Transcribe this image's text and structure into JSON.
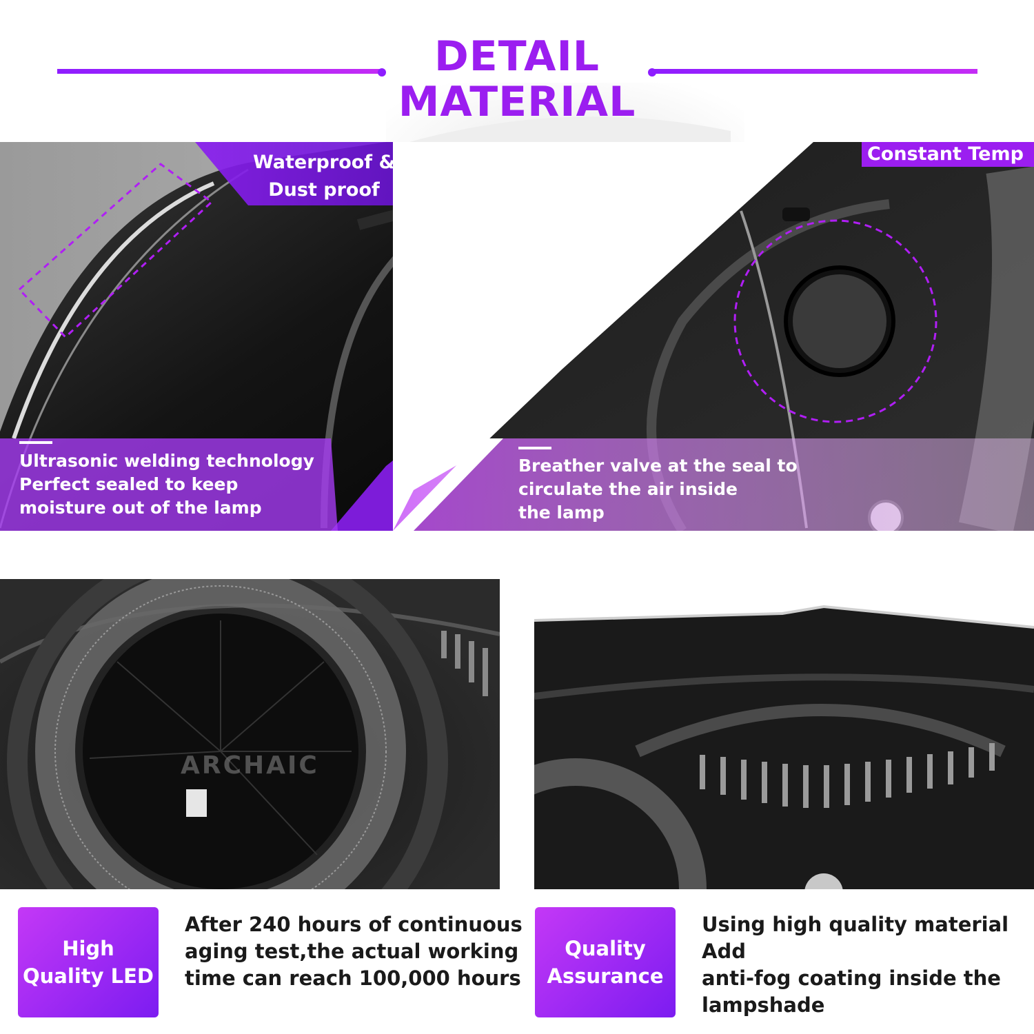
{
  "header": {
    "title_line1": "DETAIL",
    "title_line2": "MATERIAL"
  },
  "top_left": {
    "tag_line1": "Waterproof &",
    "tag_line2": "Dust proof",
    "desc_lines": [
      "Ultrasonic welding technology",
      "Perfect sealed to keep",
      "moisture out of the lamp"
    ]
  },
  "top_right": {
    "tag": "Constant Temp",
    "desc_lines": [
      "Breather valve at the seal to",
      "circulate the air inside",
      "the lamp"
    ]
  },
  "bottom_left": {
    "watermark": "ARCHAIC",
    "badge_line1": "High",
    "badge_line2": "Quality LED",
    "text_lines": [
      "After 240 hours of continuous",
      "aging test,the actual working",
      "time can reach 100,000 hours"
    ]
  },
  "bottom_right": {
    "badge_line1": "Quality",
    "badge_line2": "Assurance",
    "text_lines": [
      "Using high quality material Add",
      "anti-fog coating inside the",
      "lampshade"
    ]
  },
  "colors": {
    "accent": "#9b1ef0",
    "accent_light": "#c438f6",
    "accent_dark": "#7c1cf1"
  }
}
